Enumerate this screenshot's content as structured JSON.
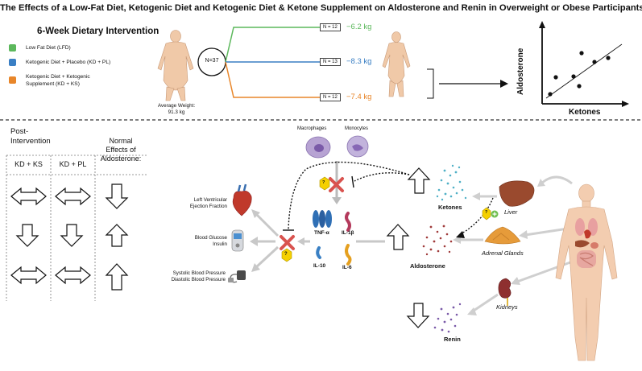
{
  "title": "The Effects of a Low-Fat Diet, Ketogenic Diet and Ketogenic Diet & Ketone Supplement on Aldosterone and Renin in Overweight or Obese Participants",
  "intervention": {
    "heading": "6-Week Dietary Intervention",
    "groups": [
      {
        "label": "Low Fat Diet (LFD)",
        "color": "#5cb85c"
      },
      {
        "label": "Ketogenic Diet + Placebo (KD + PL)",
        "color": "#3a7fc4"
      },
      {
        "label_line1": "Ketogenic Diet + Ketogenic",
        "label_line2": "Supplement  (KD + KS)",
        "color": "#e8862a"
      }
    ],
    "total_n": "N=37",
    "average_weight_line1": "Average Weight:",
    "average_weight_line2": "91.3 kg",
    "arms": [
      {
        "n": "N = 12",
        "change": "−6.2 kg",
        "color": "#5cb85c"
      },
      {
        "n": "N = 13",
        "change": "−8.3 kg",
        "color": "#3a7fc4"
      },
      {
        "n": "N = 12",
        "change": "−7.4 kg",
        "color": "#e8862a"
      }
    ]
  },
  "scatter": {
    "ylabel": "Aldosterone",
    "xlabel": "Ketones"
  },
  "table": {
    "header_line1": "Post-",
    "header_line2": "Intervention",
    "col1": "KD + KS",
    "col2": "KD + PL",
    "normal_line1": "Normal",
    "normal_line2": "Effects of",
    "normal_line3": "Aldosterone:"
  },
  "mechanism": {
    "macrophages": "Macrophages",
    "monocytes": "Monocytes",
    "cytokines": [
      "TNF-α",
      "IL-1β",
      "IL-10",
      "IL-6"
    ],
    "lvef_line1": "Left Ventricular",
    "lvef_line2": "Ejection Fraction",
    "glucose_line1": "Blood Glucose",
    "glucose_line2": "Insulin",
    "bp_line1": "Systolic Blood Pressure",
    "bp_line2": "Diastolic Blood Pressure",
    "ketones": "Ketones",
    "aldosterone": "Aldosterone",
    "renin": "Renin",
    "liver": "Liver",
    "adrenal": "Adrenal Glands",
    "kidneys": "Kidneys",
    "question": "?"
  },
  "colors": {
    "green": "#5cb85c",
    "blue": "#3a7fc4",
    "orange": "#e8862a",
    "red": "#d9534f",
    "yellow": "#f5d000"
  }
}
